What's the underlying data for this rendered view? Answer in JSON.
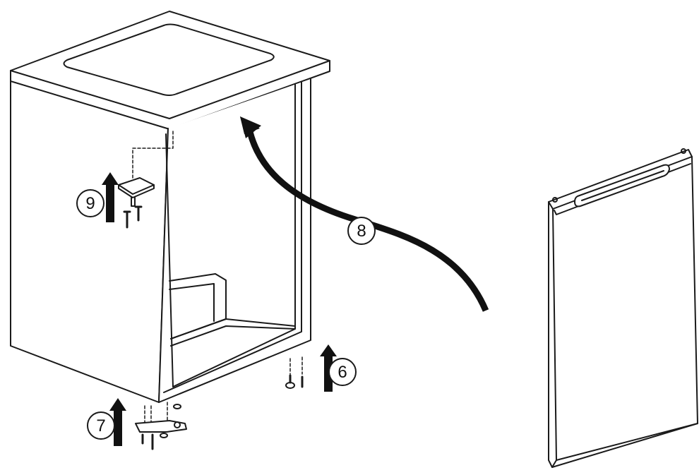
{
  "diagram": {
    "steps": [
      {
        "id": "step-6",
        "label": "6"
      },
      {
        "id": "step-7",
        "label": "7"
      },
      {
        "id": "step-8",
        "label": "8"
      },
      {
        "id": "step-9",
        "label": "9"
      }
    ]
  },
  "colors": {
    "line": "#1a1a1a",
    "fill": "#ffffff",
    "shade": "#f2f2f2",
    "arrow": "#111111"
  }
}
